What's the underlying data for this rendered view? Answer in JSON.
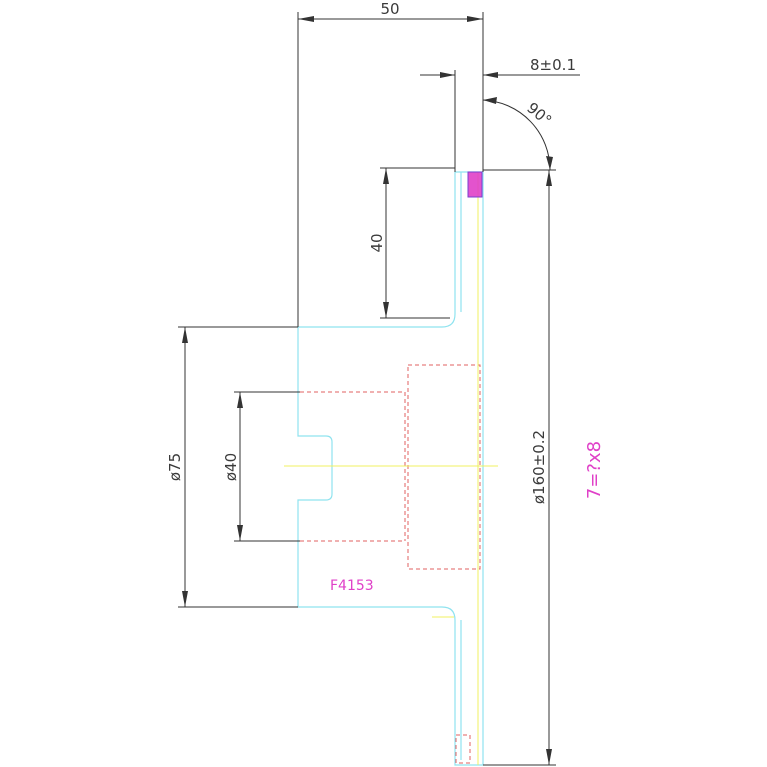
{
  "dimensions": {
    "width_top": "50",
    "tooth_width": "8±0.1",
    "angle": "90°",
    "tooth_height": "40",
    "hub_diameter": "ø75",
    "bore_diameter": "ø40",
    "outer_diameter": "ø160±0.2"
  },
  "labels": {
    "part_code": "F4153",
    "gear_spec": "7=?x8"
  },
  "colors": {
    "part_outline": "#8fe3ef",
    "hidden_lines": "#e06060",
    "axis": "#f0f060",
    "tag": "#e040c8",
    "dimension": "#333333"
  }
}
